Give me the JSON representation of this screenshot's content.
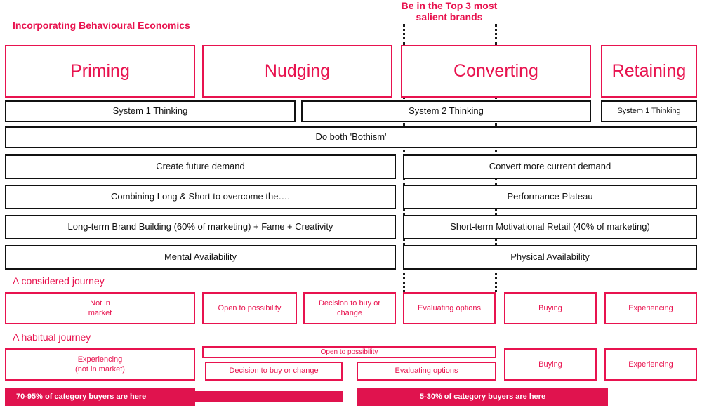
{
  "meta": {
    "accent_color": "#e8134f",
    "fill_color": "#e0134e",
    "outline_dark": "#111111",
    "background": "#ffffff"
  },
  "headings": {
    "title": "Incorporating Behavioural Economics",
    "callout_line1": "Be in the Top 3 most",
    "callout_line2": "salient brands",
    "considered_journey": "A considered journey",
    "habitual_journey": "A habitual journey"
  },
  "stages": [
    {
      "label": "Priming"
    },
    {
      "label": "Nudging"
    },
    {
      "label": "Converting"
    },
    {
      "label": "Retaining"
    }
  ],
  "thinking_row": [
    {
      "label": "System 1 Thinking"
    },
    {
      "label": "System 2 Thinking"
    },
    {
      "label": "System 1 Thinking"
    }
  ],
  "bothism": {
    "label": "Do both 'Bothism'"
  },
  "demand_rows": [
    {
      "left": "Create future demand",
      "right": "Convert more current demand"
    },
    {
      "left": "Combining Long & Short to overcome the….",
      "right": "Performance Plateau"
    },
    {
      "left": "Long-term Brand Building (60% of marketing) + Fame + Creativity",
      "right": "Short-term Motivational Retail (40% of marketing)"
    },
    {
      "left": "Mental Availability",
      "right": "Physical Availability"
    }
  ],
  "considered_journey_steps": [
    {
      "label": "Not in\nmarket",
      "line1": "Not in",
      "line2": "market"
    },
    {
      "label": "Open to possibility",
      "line1": "Open to possibility",
      "line2": ""
    },
    {
      "label": "Decision to buy or change",
      "line1": "Decision to buy or",
      "line2": "change"
    },
    {
      "label": "Evaluating options",
      "line1": "Evaluating options",
      "line2": ""
    },
    {
      "label": "Buying",
      "line1": "Buying",
      "line2": ""
    },
    {
      "label": "Experiencing",
      "line1": "Experiencing",
      "line2": ""
    }
  ],
  "habitual_journey": {
    "experiencing_line1": "Experiencing",
    "experiencing_line2": "(not in market)",
    "open_to_possibility": "Open to possibility",
    "decision_to_buy": "Decision to buy or change",
    "evaluating_options": "Evaluating options",
    "buying": "Buying",
    "experiencing": "Experiencing"
  },
  "footer_bars": [
    {
      "label": "70-95% of category buyers are here"
    },
    {
      "label": "5-30% of category buyers are here"
    }
  ]
}
